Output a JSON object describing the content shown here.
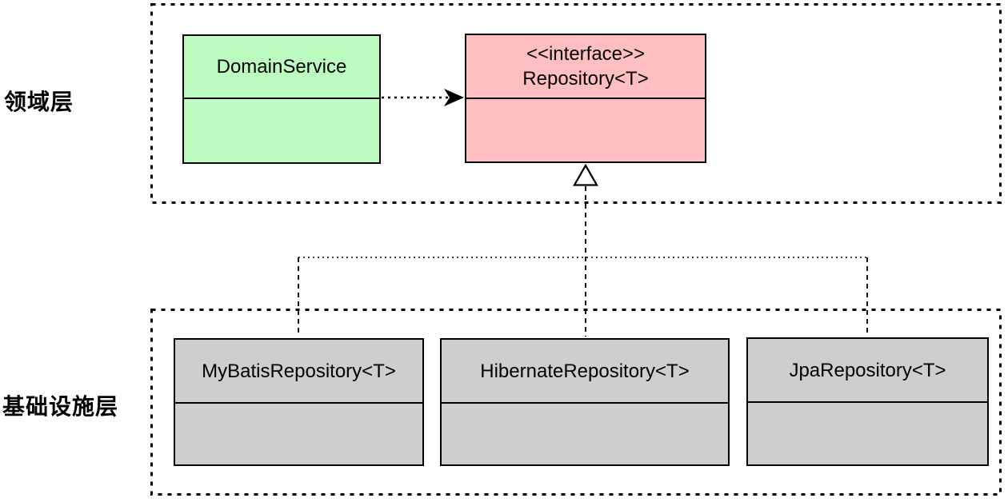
{
  "layers": {
    "domain": {
      "label": "领域层"
    },
    "infrastructure": {
      "label": "基础设施层"
    }
  },
  "classes": {
    "domain_service": {
      "name": "DomainService"
    },
    "repository": {
      "stereotype": "<<interface>>",
      "name": "Repository<T>"
    },
    "mybatis": {
      "name": "MyBatisRepository<T>"
    },
    "hibernate": {
      "name": "HibernateRepository<T>"
    },
    "jpa": {
      "name": "JpaRepository<T>"
    }
  },
  "relations": [
    {
      "type": "dependency",
      "from": "DomainService",
      "to": "Repository<T>",
      "line": "dotted",
      "arrow": "filled"
    },
    {
      "type": "realization",
      "from": "MyBatisRepository<T>",
      "to": "Repository<T>",
      "line": "dashed",
      "arrow": "hollow-triangle"
    },
    {
      "type": "realization",
      "from": "HibernateRepository<T>",
      "to": "Repository<T>",
      "line": "dashed",
      "arrow": "hollow-triangle"
    },
    {
      "type": "realization",
      "from": "JpaRepository<T>",
      "to": "Repository<T>",
      "line": "dashed",
      "arrow": "hollow-triangle"
    }
  ],
  "colors": {
    "domain_service_fill": "#bcfcc0",
    "interface_fill": "#ffbfc1",
    "impl_fill": "#cecece",
    "line": "#000000",
    "background": "#ffffff"
  }
}
